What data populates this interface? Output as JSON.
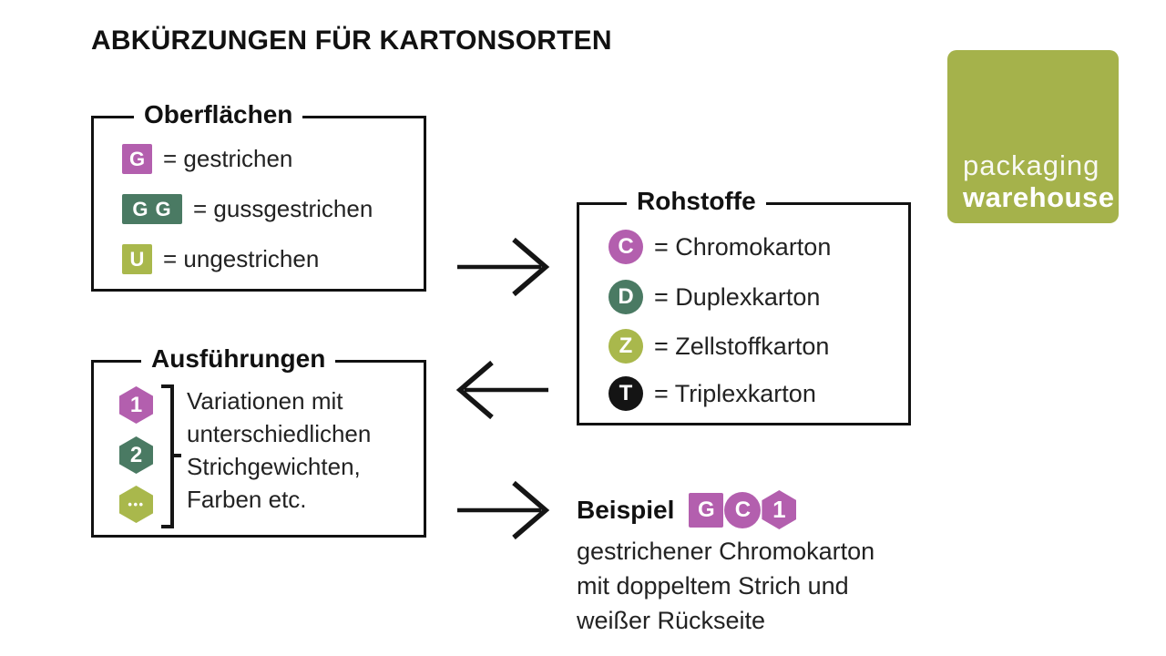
{
  "title": "ABKÜRZUNGEN FÜR KARTONSORTEN",
  "colors": {
    "purple": "#b35fae",
    "green": "#4a7a63",
    "olive": "#a9b84c",
    "black": "#141414",
    "logo_green": "#a5b24b",
    "ink": "#151515"
  },
  "boxes": {
    "oberflaechen": {
      "title": "Oberflächen",
      "items": [
        {
          "badge": "G",
          "shape": "square",
          "label": "= gestrichen"
        },
        {
          "badge": "G G",
          "shape": "square-double",
          "label": "= gussgestrichen"
        },
        {
          "badge": "U",
          "shape": "square",
          "label": "= ungestrichen"
        }
      ]
    },
    "rohstoffe": {
      "title": "Rohstoffe",
      "items": [
        {
          "badge": "C",
          "shape": "circle",
          "label": "= Chromokarton"
        },
        {
          "badge": "D",
          "shape": "circle",
          "label": "= Duplexkarton"
        },
        {
          "badge": "Z",
          "shape": "circle",
          "label": "= Zellstoffkarton"
        },
        {
          "badge": "T",
          "shape": "circle",
          "label": "= Triplexkarton"
        }
      ]
    },
    "ausfuehrungen": {
      "title": "Ausführungen",
      "badges": [
        "1",
        "2",
        "•••"
      ],
      "description_lines": [
        "Variationen mit",
        "unterschiedlichen",
        "Strichgewichten,",
        "Farben etc."
      ]
    }
  },
  "beispiel": {
    "label": "Beispiel",
    "badges": [
      "G",
      "C",
      "1"
    ],
    "description_lines": [
      "gestrichener Chromokarton",
      "mit doppeltem Strich und",
      "weißer Rückseite"
    ]
  },
  "logo": {
    "line1": "packaging",
    "line2": "warehouse"
  }
}
